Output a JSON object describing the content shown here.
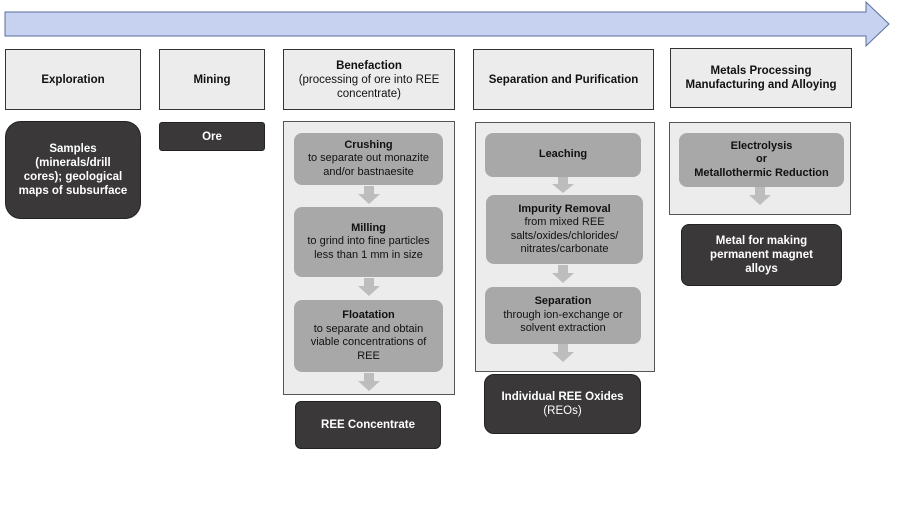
{
  "colors": {
    "arrow_fill": "#c7d1f0",
    "arrow_stroke": "#5a6e9e",
    "header_bg": "#ececec",
    "step_bg": "#a9a8a8",
    "connector_arrow": "#bdbdbd",
    "output_bg": "#3a3838"
  },
  "stages": [
    {
      "title": "Exploration"
    },
    {
      "title": "Mining"
    },
    {
      "title": "Benefaction",
      "subtitle": "(processing of ore into REE concentrate)"
    },
    {
      "title": "Separation and Purification"
    },
    {
      "title": "Metals Processing Manufacturing and Alloying"
    }
  ],
  "outputs": {
    "exploration": "Samples (minerals/drill cores); geological maps of subsurface",
    "mining": "Ore",
    "benefaction": "REE Concentrate",
    "separation": {
      "title": "Individual REE Oxides",
      "subtitle": "(REOs)"
    },
    "metals": "Metal for making permanent magnet alloys"
  },
  "benefaction_steps": [
    {
      "title": "Crushing",
      "desc": "to separate out monazite and/or bastnaesite"
    },
    {
      "title": "Milling",
      "desc": "to grind into fine particles less than 1 mm in size"
    },
    {
      "title": "Floatation",
      "desc": "to separate and obtain viable concentrations of REE"
    }
  ],
  "separation_steps": [
    {
      "title": "Leaching",
      "desc": ""
    },
    {
      "title": "Impurity Removal",
      "desc": "from mixed REE salts/oxides/chlorides/ nitrates/carbonate"
    },
    {
      "title": "Separation",
      "desc": "through ion-exchange or solvent extraction"
    }
  ],
  "metals_steps": [
    {
      "title": "Electrolysis",
      "line2": "or",
      "line3": "Metallothermic Reduction"
    }
  ]
}
